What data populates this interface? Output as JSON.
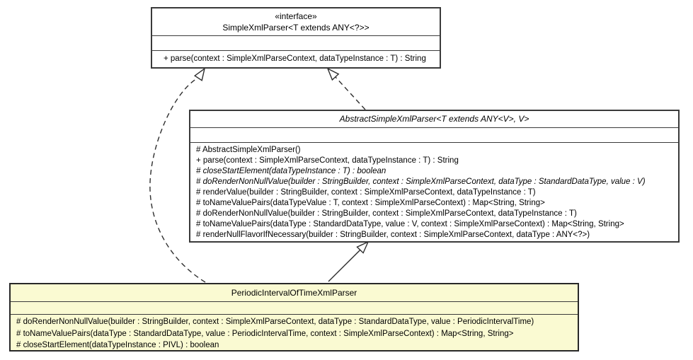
{
  "diagram": {
    "kind": "uml-class-diagram",
    "colors": {
      "class_fill": "#ffffff",
      "highlight_fill": "#FAFAD2",
      "border": "#3a3a3a"
    }
  },
  "interface_box": {
    "stereotype": "«interface»",
    "name": "SimpleXmlParser<T extends ANY<?>>",
    "methods": [
      {
        "text": "+ parse(context : SimpleXmlParseContext, dataTypeInstance : T) : String",
        "italic": false
      }
    ]
  },
  "abstract_box": {
    "name": "AbstractSimpleXmlParser<T extends ANY<V>, V>",
    "name_italic": true,
    "methods": [
      {
        "text": "# AbstractSimpleXmlParser()",
        "italic": false
      },
      {
        "text": "+ parse(context : SimpleXmlParseContext, dataTypeInstance : T) : String",
        "italic": false
      },
      {
        "text": "# closeStartElement(dataTypeInstance : T) : boolean",
        "italic": true
      },
      {
        "text": "# doRenderNonNullValue(builder : StringBuilder, context : SimpleXmlParseContext, dataType : StandardDataType, value : V)",
        "italic": true
      },
      {
        "text": "# renderValue(builder : StringBuilder, context : SimpleXmlParseContext, dataTypeInstance : T)",
        "italic": false
      },
      {
        "text": "# toNameValuePairs(dataTypeValue : T, context : SimpleXmlParseContext) : Map<String, String>",
        "italic": false
      },
      {
        "text": "# doRenderNonNullValue(builder : StringBuilder, context : SimpleXmlParseContext, dataTypeInstance : T)",
        "italic": false
      },
      {
        "text": "# toNameValuePairs(dataType : StandardDataType, value : V, context : SimpleXmlParseContext) : Map<String, String>",
        "italic": false
      },
      {
        "text": "# renderNullFlavorIfNecessary(builder : StringBuilder, context : SimpleXmlParseContext, dataType : ANY<?>)",
        "italic": false
      }
    ]
  },
  "subclass_box": {
    "name": "PeriodicIntervalOfTimeXmlParser",
    "methods": [
      {
        "text": "# doRenderNonNullValue(builder : StringBuilder, context : SimpleXmlParseContext, dataType : StandardDataType, value : PeriodicIntervalTime)",
        "italic": false
      },
      {
        "text": "# toNameValuePairs(dataType : StandardDataType, value : PeriodicIntervalTime, context : SimpleXmlParseContext) : Map<String, String>",
        "italic": false
      },
      {
        "text": "# closeStartElement(dataTypeInstance : PIVL) : boolean",
        "italic": false
      }
    ]
  },
  "relationships": [
    {
      "from": "PeriodicIntervalOfTimeXmlParser",
      "to": "SimpleXmlParser",
      "type": "realization",
      "line": "dashed-curve"
    },
    {
      "from": "AbstractSimpleXmlParser",
      "to": "SimpleXmlParser",
      "type": "realization",
      "line": "dashed"
    },
    {
      "from": "PeriodicIntervalOfTimeXmlParser",
      "to": "AbstractSimpleXmlParser",
      "type": "generalization",
      "line": "solid"
    }
  ]
}
